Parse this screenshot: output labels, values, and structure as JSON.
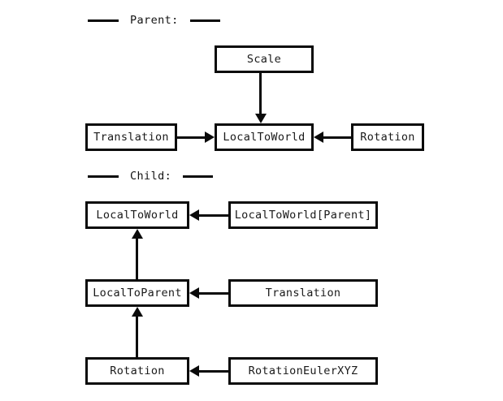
{
  "diagram": {
    "background_color": "#ffffff",
    "line_color": "#0a0a0a",
    "text_color": "#1a1a1a",
    "sections": [
      {
        "id": "parent",
        "label": "Parent:"
      },
      {
        "id": "child",
        "label": "Child:"
      }
    ],
    "nodes": [
      {
        "id": "p-scale",
        "label": "Scale"
      },
      {
        "id": "p-translation",
        "label": "Translation"
      },
      {
        "id": "p-localtoworld",
        "label": "LocalToWorld"
      },
      {
        "id": "p-rotation",
        "label": "Rotation"
      },
      {
        "id": "c-localtoworld",
        "label": "LocalToWorld"
      },
      {
        "id": "c-localtoworldparent",
        "label": "LocalToWorld[Parent]"
      },
      {
        "id": "c-localtoparent",
        "label": "LocalToParent"
      },
      {
        "id": "c-translation",
        "label": "Translation"
      },
      {
        "id": "c-rotation",
        "label": "Rotation"
      },
      {
        "id": "c-rotationeuler",
        "label": "RotationEulerXYZ"
      }
    ],
    "edges": [
      {
        "from": "p-scale",
        "to": "p-localtoworld",
        "direction": "down"
      },
      {
        "from": "p-translation",
        "to": "p-localtoworld",
        "direction": "right"
      },
      {
        "from": "p-rotation",
        "to": "p-localtoworld",
        "direction": "left"
      },
      {
        "from": "c-localtoworldparent",
        "to": "c-localtoworld",
        "direction": "left"
      },
      {
        "from": "c-localtoparent",
        "to": "c-localtoworld",
        "direction": "up"
      },
      {
        "from": "c-translation",
        "to": "c-localtoparent",
        "direction": "left"
      },
      {
        "from": "c-rotation",
        "to": "c-localtoparent",
        "direction": "up"
      },
      {
        "from": "c-rotationeuler",
        "to": "c-rotation",
        "direction": "left"
      }
    ]
  }
}
